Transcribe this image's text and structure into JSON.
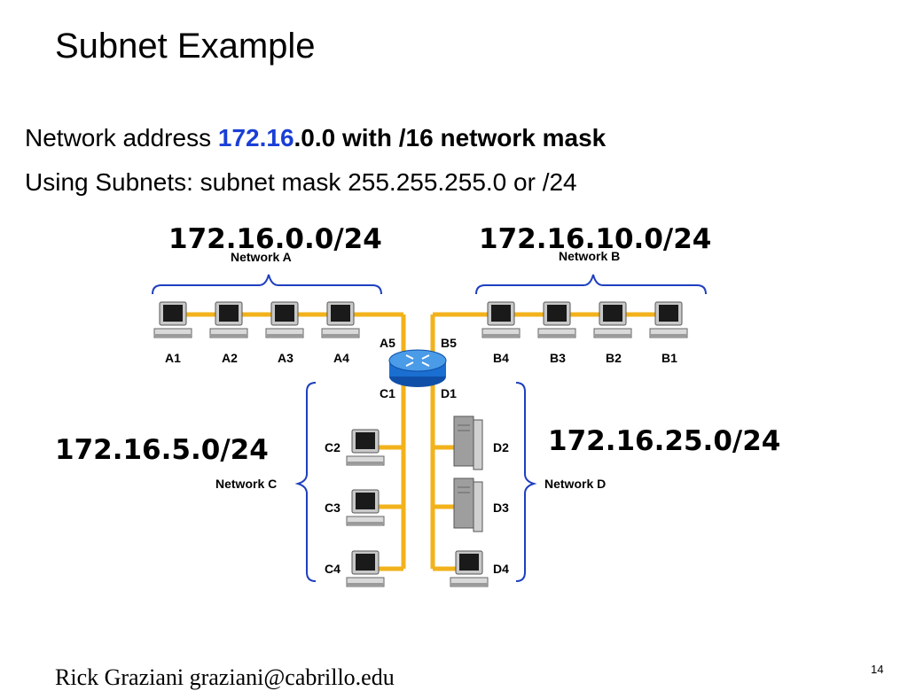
{
  "title": "Subnet Example",
  "line1": {
    "prefix": "Network address ",
    "blue": "172.16",
    "middle": ".",
    "bold": "0.0 with /16 network mask"
  },
  "line2": "Using Subnets: subnet mask 255.255.255.0 or /24",
  "subnets": {
    "a": "172.16.0.0/24",
    "b": "172.16.10.0/24",
    "c": "172.16.5.0/24",
    "d": "172.16.25.0/24"
  },
  "networks": {
    "a": "Network A",
    "b": "Network B",
    "c": "Network C",
    "d": "Network D"
  },
  "nodes": {
    "a1": "A1",
    "a2": "A2",
    "a3": "A3",
    "a4": "A4",
    "a5": "A5",
    "b1": "B1",
    "b2": "B2",
    "b3": "B3",
    "b4": "B4",
    "b5": "B5",
    "c1": "C1",
    "c2": "C2",
    "c3": "C3",
    "c4": "C4",
    "d1": "D1",
    "d2": "D2",
    "d3": "D3",
    "d4": "D4"
  },
  "footer": "Rick Graziani  graziani@cabrillo.edu",
  "page_number": "14",
  "colors": {
    "cable": "#f2b21b",
    "bracket": "#1f3fbf",
    "router": "#1a6fd1",
    "blue_text": "#1a3fd6"
  },
  "icons": [
    "pc-icon",
    "server-icon",
    "router-icon"
  ]
}
